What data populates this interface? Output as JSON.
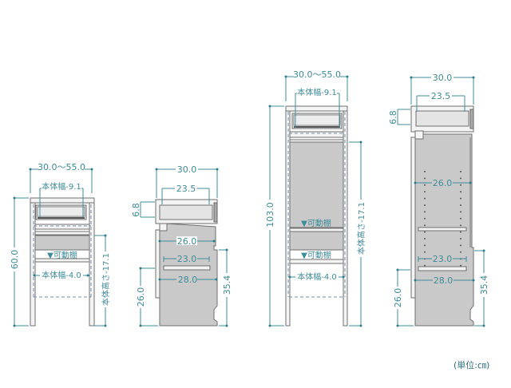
{
  "diagrams": {
    "front_60": {
      "width_range": "30.0〜55.0",
      "inner_width_top": "本体幅-9.1",
      "height": "60.0",
      "shelf_label": "▼可動棚",
      "inner_width_bottom": "本体幅-4.0",
      "inner_height": "本体高さ-17.1"
    },
    "side_60": {
      "depth": "30.0",
      "drawer_depth": "23.5",
      "drawer_height": "6.8",
      "inner_depth": "26.0",
      "shelf_depth": "23.0",
      "bottom_depth": "28.0",
      "back_height": "35.4",
      "leg_height": "26.0"
    },
    "front_103": {
      "width_range": "30.0〜55.0",
      "inner_width_top": "本体幅-9.1",
      "height": "103.0",
      "shelf_label_1": "▼可動棚",
      "shelf_label_2": "▼可動棚",
      "inner_width_bottom": "本体幅-4.0",
      "inner_height": "本体高さ-17.1"
    },
    "side_103": {
      "depth": "30.0",
      "drawer_depth": "23.5",
      "drawer_height": "6.8",
      "inner_depth": "26.0",
      "shelf_depth": "23.0",
      "bottom_depth": "28.0",
      "back_height": "35.4",
      "leg_height": "26.0"
    }
  },
  "unit_label": "(単位:㎝)",
  "colors": {
    "dimension": "#3e8c99",
    "panel": "#c9c9c9",
    "outline": "#6f6f6f"
  }
}
